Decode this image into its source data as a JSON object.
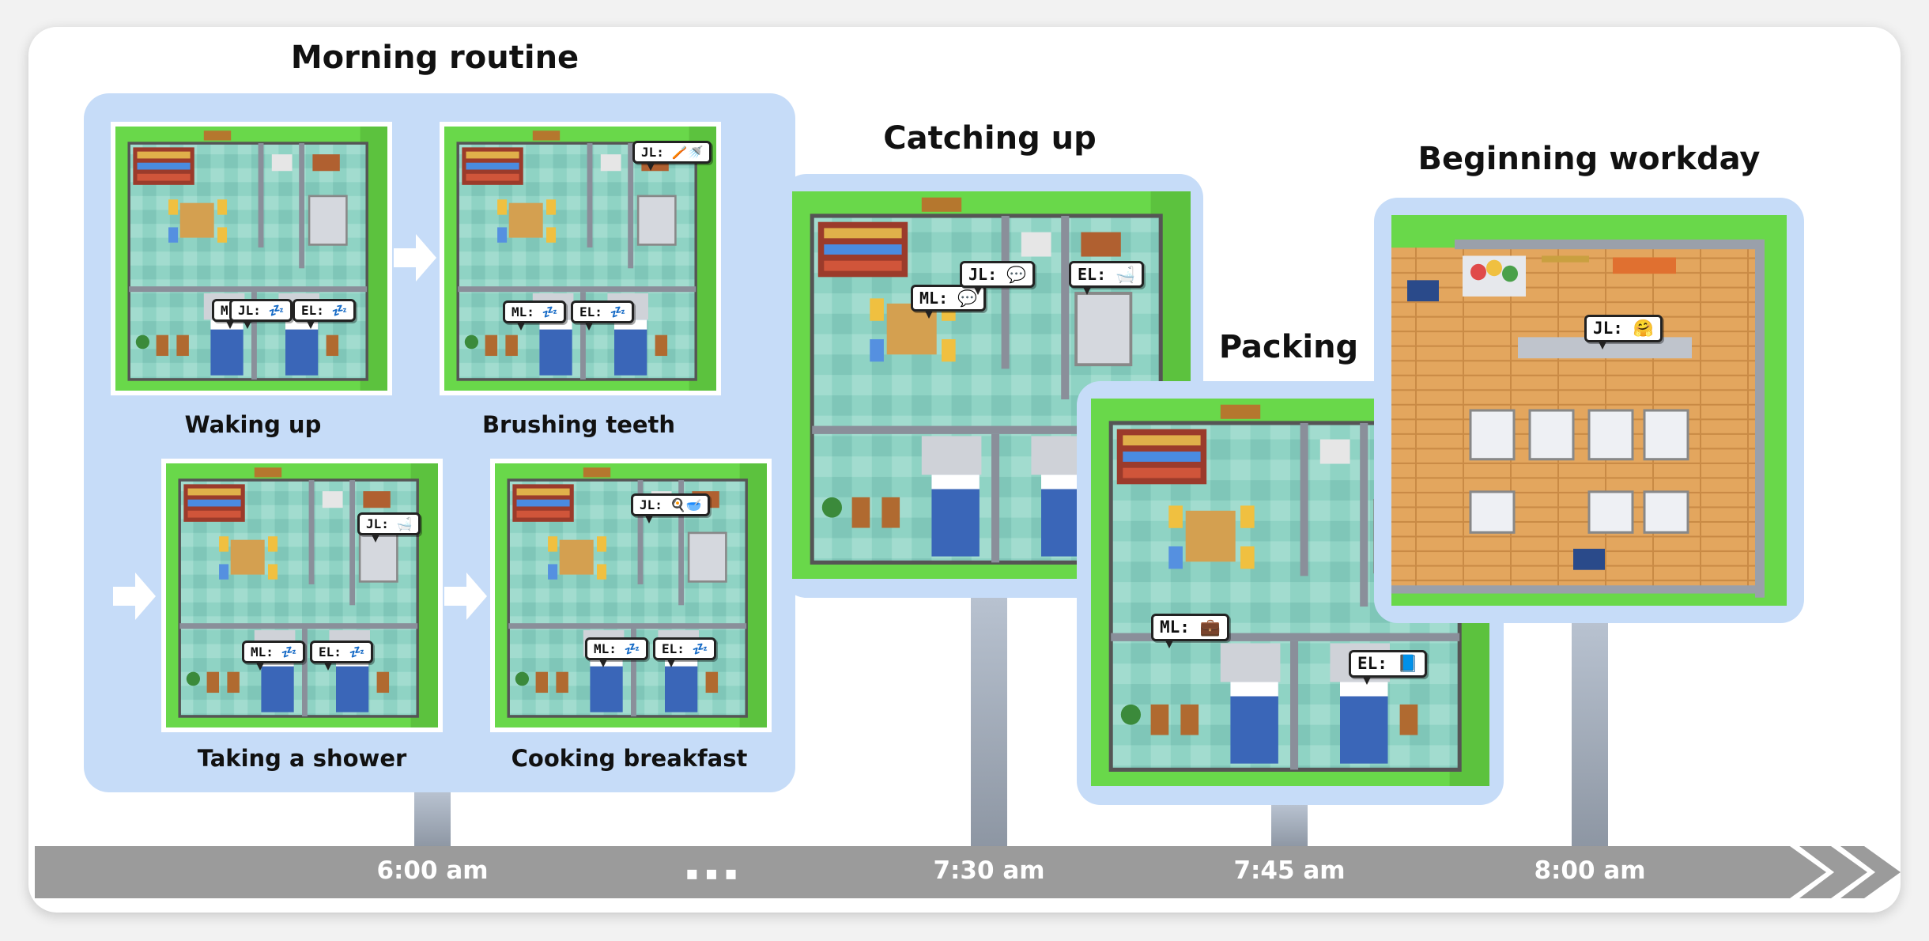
{
  "titles": {
    "morning": "Morning routine",
    "catching": "Catching up",
    "packing": "Packing",
    "workday": "Beginning workday"
  },
  "captions": {
    "waking": "Waking up",
    "brushing": "Brushing teeth",
    "shower": "Taking a shower",
    "cooking": "Cooking breakfast"
  },
  "timeline": {
    "t1": "6:00 am",
    "dots": "▪ ▪ ▪",
    "t2": "7:30 am",
    "t3": "7:45 am",
    "t4": "8:00 am"
  },
  "bubbles": {
    "waking_jl": "JL: 💤",
    "waking_ml": "ML:",
    "waking_el": "EL: 💤",
    "brush_jl": "JL: 🪥🚿",
    "brush_ml": "ML: 💤",
    "brush_el": "EL: 💤",
    "shower_jl": "JL: 🛁",
    "shower_ml": "ML: 💤",
    "shower_el": "EL: 💤",
    "cook_jl": "JL: 🍳🥣",
    "cook_ml": "ML: 💤",
    "cook_el": "EL: 💤",
    "catch_ml": "ML: 💬",
    "catch_jl": "JL: 💬",
    "catch_el": "EL: 🛁",
    "pack_ml": "ML: 💼",
    "pack_el": "EL: 📘",
    "work_jl": "JL: 🤗"
  },
  "colors": {
    "panel": "#c6dcf8",
    "grass": "#69d84a",
    "floor": "#8fd3c4",
    "wood": "#e0a35a",
    "timeline": "#9b9b9b"
  }
}
